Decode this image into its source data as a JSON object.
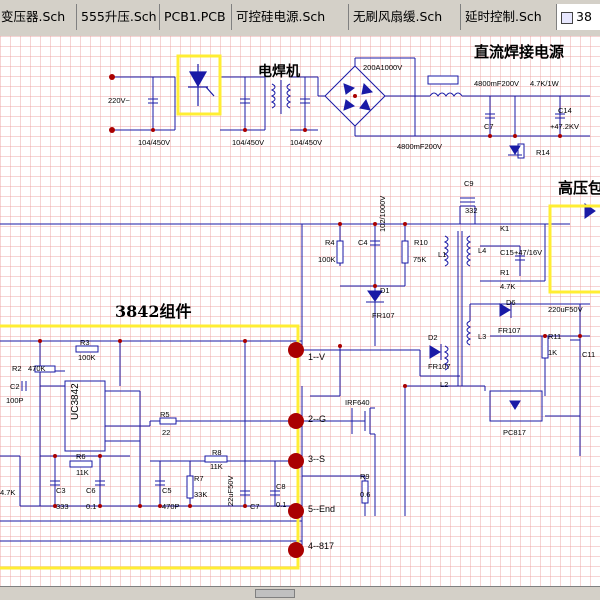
{
  "tabs": [
    {
      "label": "变压器.Sch"
    },
    {
      "label": "555升压.Sch"
    },
    {
      "label": "PCB1.PCB"
    },
    {
      "label": "可控硅电源.Sch"
    },
    {
      "label": "无刷风扇缓.Sch"
    },
    {
      "label": "延时控制.Sch"
    },
    {
      "label": "38"
    }
  ],
  "titles": {
    "module_3842": "3842组件",
    "welder": "电焊机",
    "dc_supply": "直流焊接电源",
    "high_voltage": "高压包"
  },
  "pins": {
    "p1": "1--V",
    "p2": "2--G",
    "p3": "3--S",
    "p5": "5--End",
    "p4": "4--817"
  },
  "components": {
    "v220": "220V~",
    "c_104_1": "104/450V",
    "c_104_2": "104/450V",
    "c_104_3": "104/450V",
    "bridge": "200A1000V",
    "c_4800_1": "4800mF200V",
    "c_4800_2": "4800mF200V",
    "ind_top": "4.7K/1W",
    "c7": "C7",
    "r14": "R14",
    "c14": "C14",
    "c14v": "+47.2KV",
    "c9": "C9",
    "c9v": "332",
    "r4": "R4",
    "r4v": "100K",
    "c4": "C4",
    "c4v": "102/1000V",
    "r10": "R10",
    "r10v": "75K",
    "l1": "L1",
    "l4": "L4",
    "k1": "K1",
    "c15": "C15",
    "c15v": "+47/16V",
    "r1": "R1",
    "r1v": "4.7K",
    "d1": "D1",
    "fr107_1": "FR107",
    "d6": "D6",
    "fr107_2": "FR107",
    "c11v": "220uF50V",
    "d2": "D2",
    "fr107_3": "FR107",
    "l2": "L2",
    "l3": "L3",
    "r11": "R11",
    "c11": "C11",
    "r2": "R2",
    "r2v": "470K",
    "r3": "R3",
    "r3v": "100K",
    "c2": "C2",
    "c2v": "100P",
    "ic": "UC3842",
    "q1": "IRF640",
    "r5": "R5",
    "r5v": "22",
    "r6": "R6",
    "r6v": "11K",
    "r7": "R7",
    "r7v": "33K",
    "r8": "R8",
    "r8v": "11K",
    "c3": "C3",
    "c3v": "333",
    "c8": "C8",
    "c8v": "0.1",
    "c6": "C6",
    "c6v": "0.1",
    "c5": "C5",
    "c5v": "470P",
    "c7b": "C7",
    "c7bv": "22uF50V",
    "r9": "R9",
    "r9v": "0.6",
    "pc817": "PC817",
    "left_res": "4.7K",
    "right_res": "1K"
  },
  "colors": {
    "highlight": "#ffee33",
    "pad": "#aa0000",
    "wire": "#1a1aa6",
    "grid": "#ebb0b0"
  }
}
